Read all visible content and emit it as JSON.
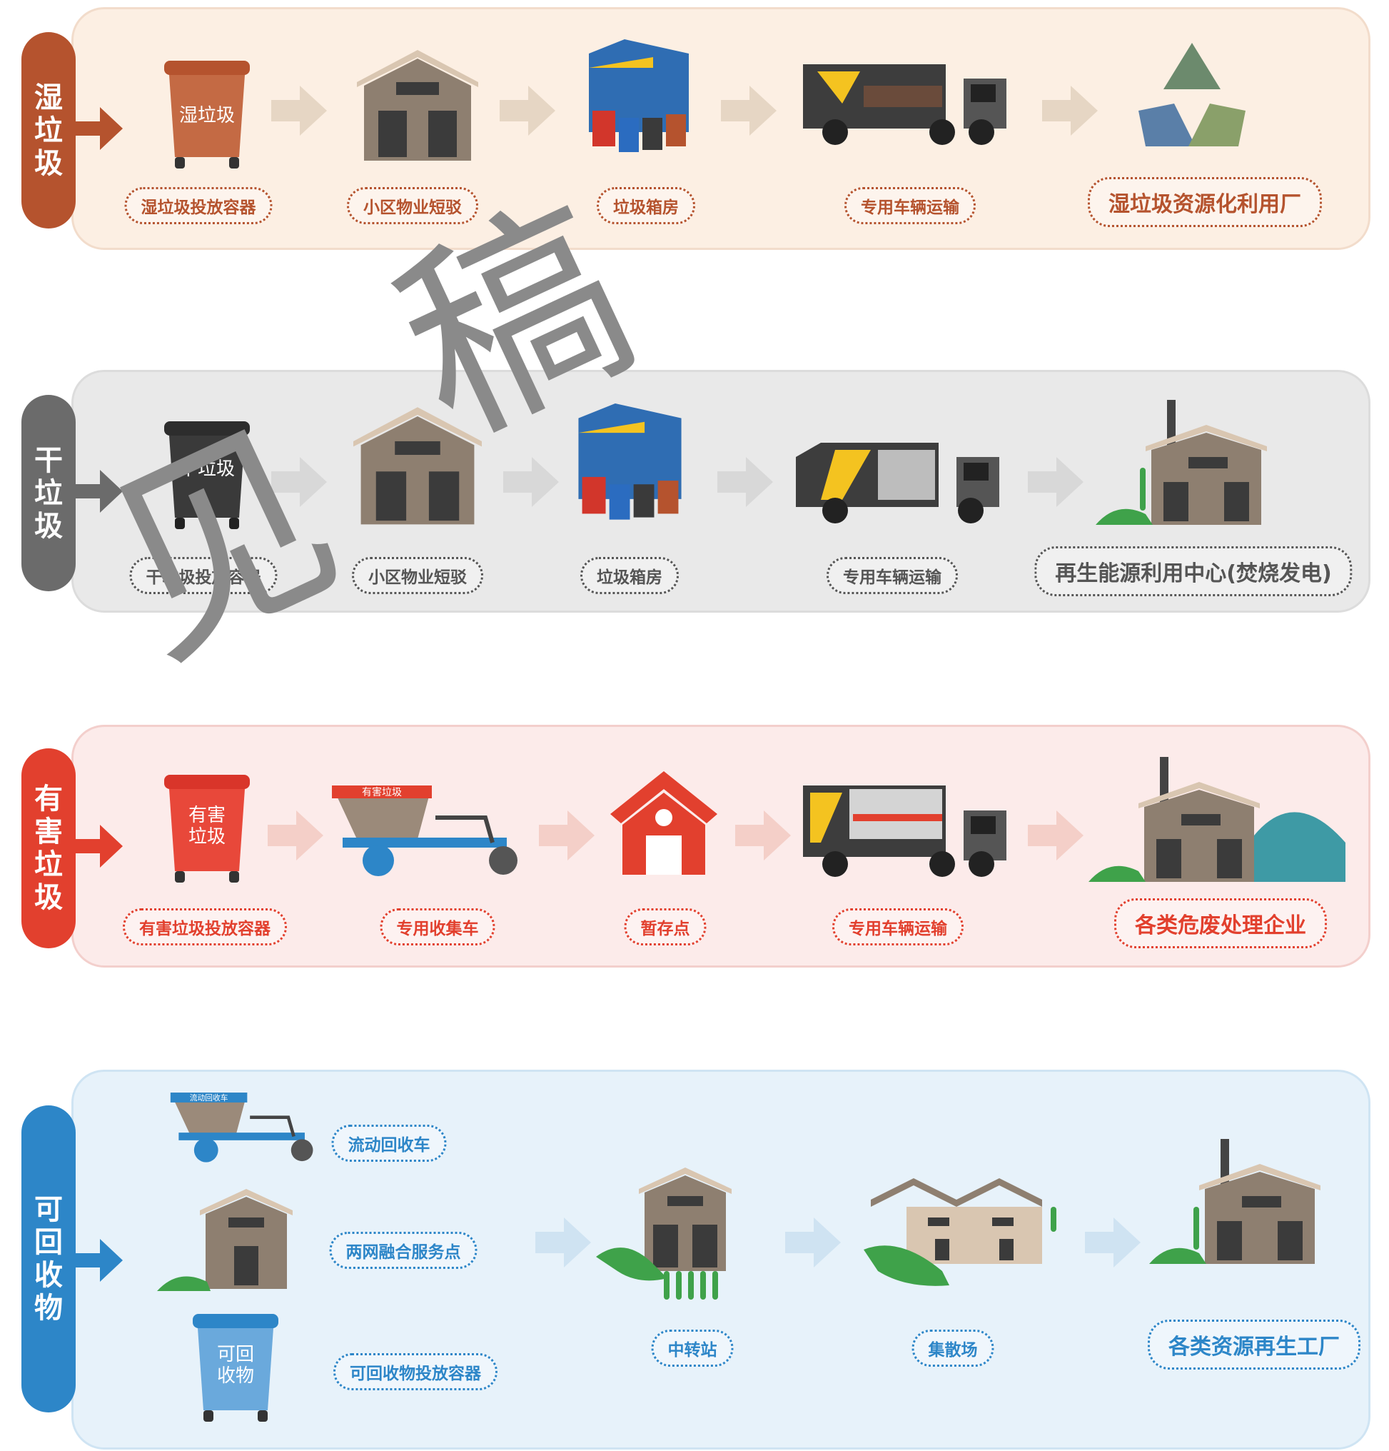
{
  "colors": {
    "wet": "#b5532e",
    "dry": "#6b6b6b",
    "haz": "#e2402e",
    "rec": "#2d86c8"
  },
  "rows": {
    "wet": {
      "title": "湿垃圾",
      "steps": [
        "湿垃圾投放容器",
        "小区物业短驳",
        "垃圾箱房",
        "专用车辆运输",
        "湿垃圾资源化利用厂"
      ],
      "bin_text": "湿垃圾"
    },
    "dry": {
      "title": "干垃圾",
      "steps": [
        "干垃圾投放容器",
        "小区物业短驳",
        "垃圾箱房",
        "专用车辆运输",
        "再生能源利用中心(焚烧发电)"
      ],
      "bin_text": "干垃圾"
    },
    "haz": {
      "title": "有害垃圾",
      "steps": [
        "有害垃圾投放容器",
        "专用收集车",
        "暂存点",
        "专用车辆运输",
        "各类危废处理企业"
      ],
      "bin_text": "有害\n垃圾",
      "cart_text": "有害垃圾"
    },
    "rec": {
      "title": "可回收物",
      "sources": [
        "流动回收车",
        "两网融合服务点",
        "可回收物投放容器"
      ],
      "steps": [
        "中转站",
        "集散场",
        "各类资源再生工厂"
      ],
      "bin_text": "可回\n收物",
      "cart_text": "流动回收车"
    }
  },
  "watermark": [
    "稿",
    "见"
  ]
}
